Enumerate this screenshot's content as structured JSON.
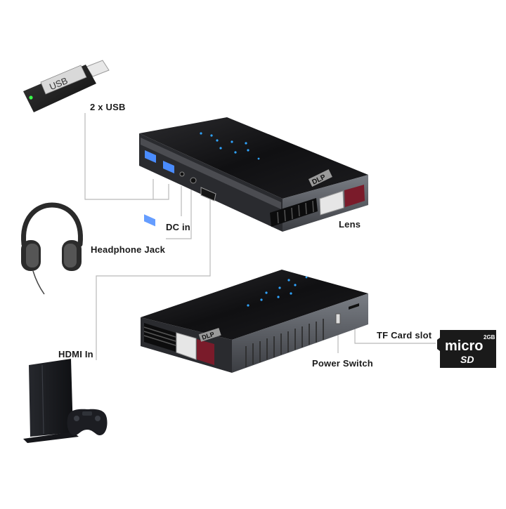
{
  "labels": {
    "usb": "2 x USB",
    "dc": "DC in",
    "lens": "Lens",
    "headphone": "Headphone Jack",
    "hdmi": "HDMI In",
    "tf": "TF Card slot",
    "power": "Power Switch"
  },
  "usb_stick_text": "USB",
  "dlp_badge": "DLP",
  "sd_card": {
    "brand": "micro",
    "capacity": "2GB",
    "logo": "SD"
  },
  "colors": {
    "device_body": "#1c1c1e",
    "device_edge": "#5a5d63",
    "led_blue": "#2fa4ff",
    "usb_led_green": "#39ff4a",
    "leader_line": "#b9b9b9"
  },
  "icons": [
    "usb-stick-icon",
    "headphones-icon",
    "game-console-icon",
    "gamepad-icon",
    "microsd-card-icon"
  ]
}
